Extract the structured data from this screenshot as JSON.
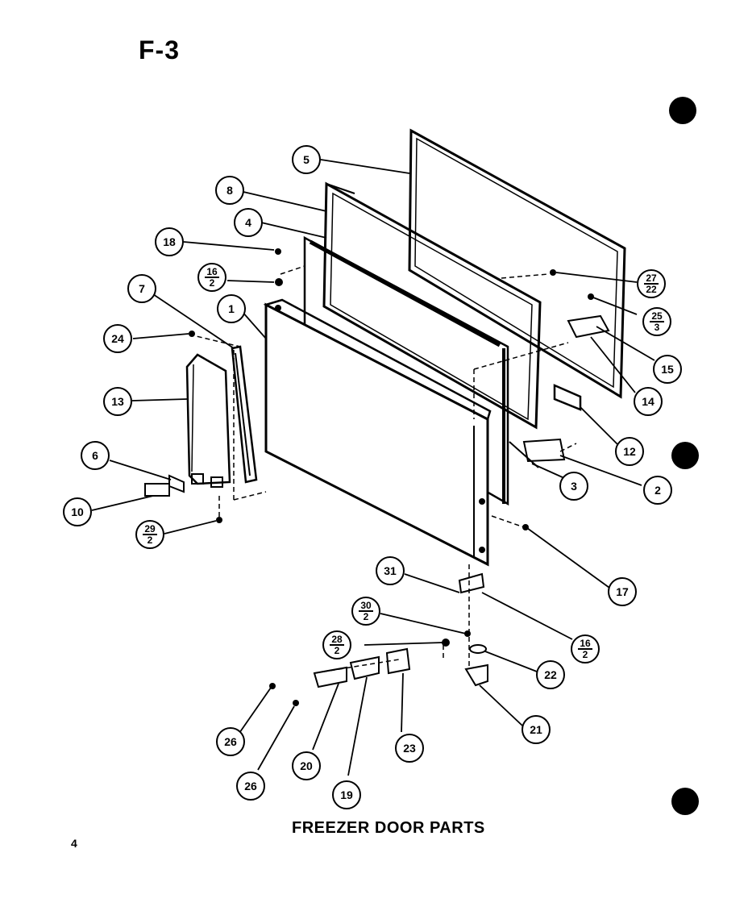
{
  "title": "F-3",
  "caption": "FREEZER DOOR PARTS",
  "page_number": "4",
  "callouts": {
    "p1": "1",
    "p2": "2",
    "p3": "3",
    "p4": "4",
    "p5": "5",
    "p6": "6",
    "p7": "7",
    "p8": "8",
    "p10": "10",
    "p12": "12",
    "p13": "13",
    "p14": "14",
    "p15": "15",
    "p17": "17",
    "p18": "18",
    "p19": "19",
    "p20": "20",
    "p21": "21",
    "p22": "22",
    "p23": "23",
    "p24": "24",
    "p26a": "26",
    "p26b": "26",
    "p31": "31"
  },
  "fraction_callouts": {
    "f16_2a": {
      "num": "16",
      "den": "2"
    },
    "f27_22": {
      "num": "27",
      "den": "22"
    },
    "f25_3": {
      "num": "25",
      "den": "3"
    },
    "f29_2": {
      "num": "29",
      "den": "2"
    },
    "f30_2": {
      "num": "30",
      "den": "2"
    },
    "f16_2b": {
      "num": "16",
      "den": "2"
    },
    "f28_2": {
      "num": "28",
      "den": "2"
    }
  }
}
